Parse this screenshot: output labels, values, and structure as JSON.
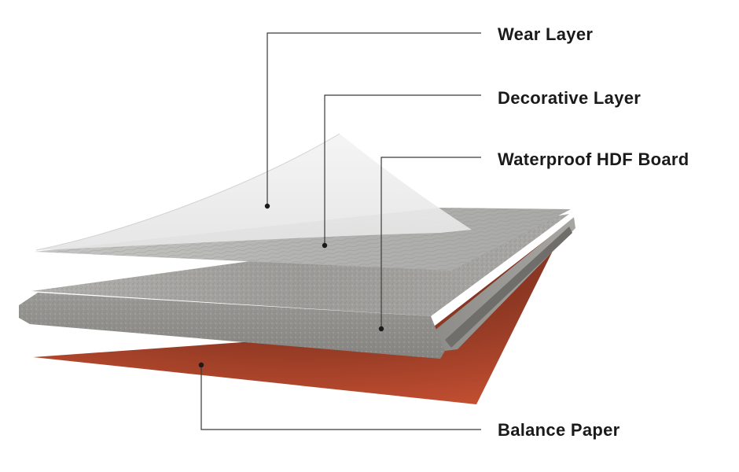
{
  "labels": {
    "wear_layer": "Wear Layer",
    "decorative_layer": "Decorative Layer",
    "waterproof_hdf_board": "Waterproof HDF Board",
    "balance_paper": "Balance Paper"
  },
  "colors": {
    "leader_line": "#3a3a3a",
    "wear_layer_film": "#ececec",
    "decorative_layer": "#b9b9b6",
    "hdf_board_top": "#a3a29f",
    "hdf_board_edge": "#8f8e8a",
    "balance_paper": "#b5472d"
  }
}
